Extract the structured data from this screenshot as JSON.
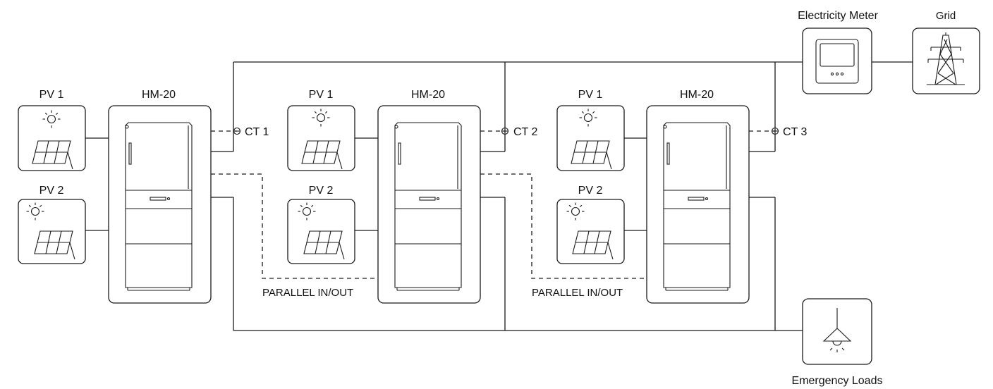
{
  "inverter_label": "HM-20",
  "pv1_label": "PV 1",
  "pv2_label": "PV 2",
  "ct_labels": [
    "CT 1",
    "CT 2",
    "CT 3"
  ],
  "parallel_label": "PARALLEL IN/OUT",
  "meter_label": "Electricity Meter",
  "grid_label": "Grid",
  "loads_label": "Emergency Loads"
}
